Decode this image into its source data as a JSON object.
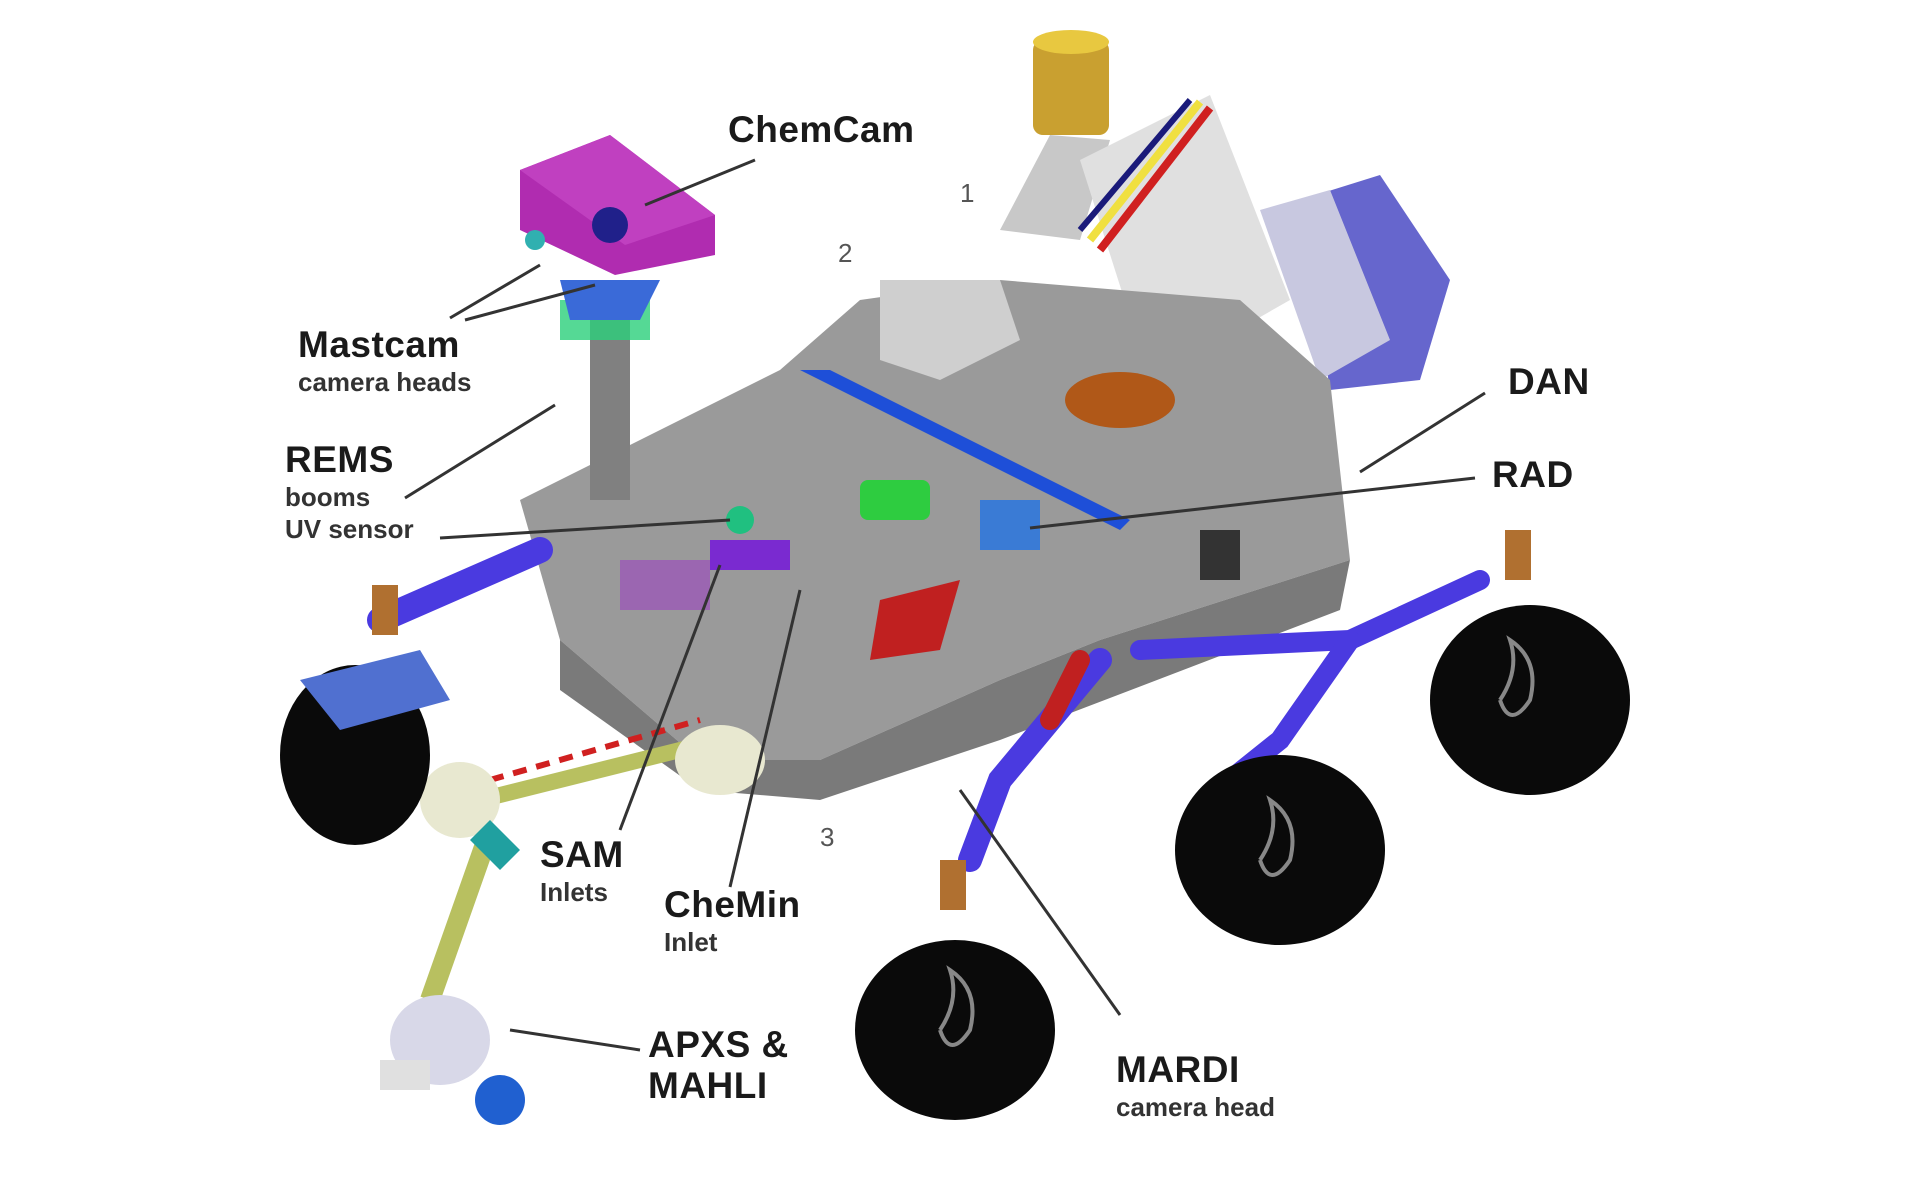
{
  "diagram": {
    "subject": "Mars rover instrument layout",
    "colors": {
      "background": "#ffffff",
      "label_text": "#1a1a1a",
      "leader_line": "#333333",
      "chemcam_body": "#b02cb0",
      "deck": "#9a9a9a",
      "arm_blue": "#4a3ae0",
      "wheel": "#0a0a0a",
      "solar_blue": "#1e4fd8",
      "rtg_gold": "#c9a030"
    },
    "labels": [
      {
        "id": "chemcam",
        "title": "ChemCam",
        "subtitle": ""
      },
      {
        "id": "mastcam",
        "title": "Mastcam",
        "subtitle": "camera heads"
      },
      {
        "id": "rems",
        "title": "REMS",
        "subtitle": "booms",
        "subtitle2": "UV sensor"
      },
      {
        "id": "dan",
        "title": "DAN",
        "subtitle": ""
      },
      {
        "id": "rad",
        "title": "RAD",
        "subtitle": ""
      },
      {
        "id": "sam",
        "title": "SAM",
        "subtitle": "Inlets"
      },
      {
        "id": "chemin",
        "title": "CheMin",
        "subtitle": "Inlet"
      },
      {
        "id": "apxs",
        "title": "APXS &",
        "subtitle": "MAHLI"
      },
      {
        "id": "mardi",
        "title": "MARDI",
        "subtitle": "camera head"
      }
    ],
    "markers": [
      "1",
      "2",
      "3"
    ]
  }
}
